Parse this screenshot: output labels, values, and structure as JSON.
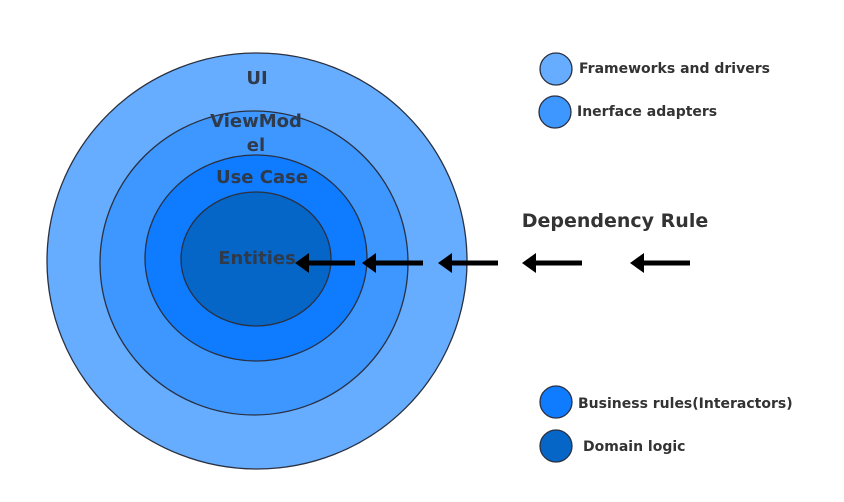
{
  "diagram": {
    "layers": [
      {
        "label": "UI",
        "color": "#66adff"
      },
      {
        "label_lines": [
          "ViewMod",
          "el"
        ],
        "color": "#3d97ff"
      },
      {
        "label": "Use Case",
        "color": "#0f7bff"
      },
      {
        "label": "Entities",
        "color": "#0566c8"
      }
    ],
    "dependency_rule": "Dependency Rule",
    "arrow_color": "#000000",
    "legend": [
      {
        "label": "Frameworks and drivers",
        "color": "#66adff"
      },
      {
        "label": "Inerface adapters",
        "color": "#3d97ff"
      },
      {
        "label": "Business rules(Interactors)",
        "color": "#0f7bff"
      },
      {
        "label": "Domain logic",
        "color": "#0566c8"
      }
    ]
  }
}
